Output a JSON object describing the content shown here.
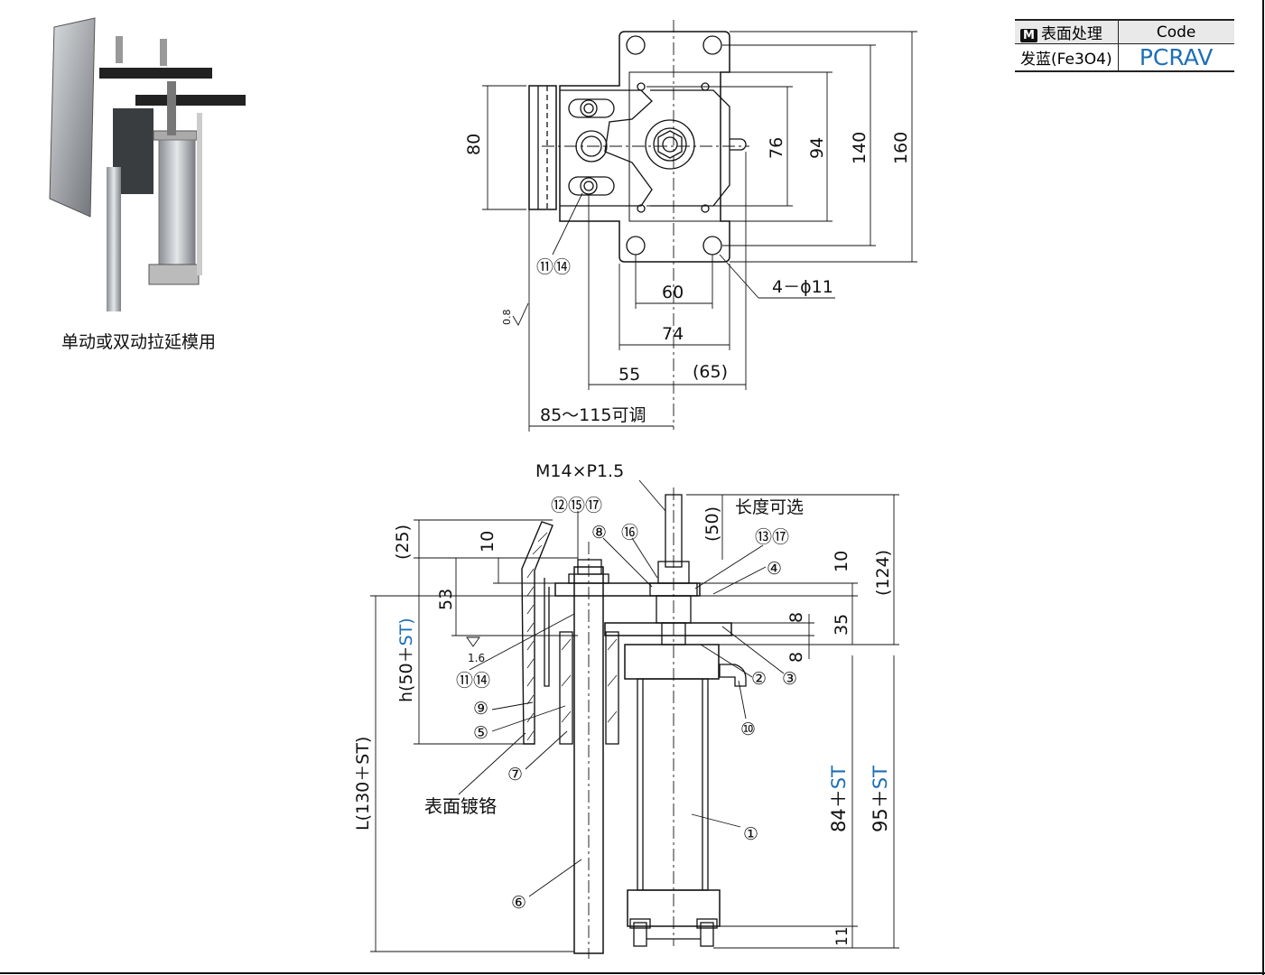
{
  "photo": {
    "caption": "单动或双动拉延模用"
  },
  "table": {
    "header": {
      "badge": "M",
      "surface": "表面处理",
      "code": "Code"
    },
    "row": {
      "surface": "发蓝(Fe3O4)",
      "code": "PCRAV"
    }
  },
  "top_view": {
    "dim_80": "80",
    "dim_76": "76",
    "dim_94": "94",
    "dim_140": "140",
    "dim_160": "160",
    "dim_60": "60",
    "dim_74": "74",
    "dim_55": "55",
    "dim_65": "(65)",
    "dim_adjust": "85～115可调",
    "hole_note": "4－ϕ11",
    "part_11_14": "⑪⑭",
    "roughness": "0.8"
  },
  "front_view": {
    "thread": "M14×P1.5",
    "length_note": "长度可选",
    "dim_50": "(50)",
    "dim_124": "(124)",
    "dim_25": "(25)",
    "dim_10a": "10",
    "dim_10b": "10",
    "dim_53": "53",
    "dim_8a": "8",
    "dim_8b": "8",
    "dim_35": "35",
    "dim_11": "11",
    "dim_h": "h(50＋",
    "dim_h_st": "ST)",
    "dim_L": "L(130＋ST)",
    "dim_84": "84＋",
    "dim_84_st": "ST",
    "dim_95": "95＋",
    "dim_95_st": "ST",
    "roughness": "1.6",
    "plating_note": "表面镀铬",
    "parts": {
      "p1": "①",
      "p2": "②",
      "p3": "③",
      "p4": "④",
      "p5": "⑤",
      "p6": "⑥",
      "p7": "⑦",
      "p8": "⑧",
      "p9": "⑨",
      "p10": "⑩",
      "p11_14": "⑪⑭",
      "p12_15_17": "⑫⑮⑰",
      "p13_17": "⑬⑰",
      "p16": "⑯"
    }
  },
  "colors": {
    "accent": "#1e6fb5",
    "line": "#111111"
  }
}
